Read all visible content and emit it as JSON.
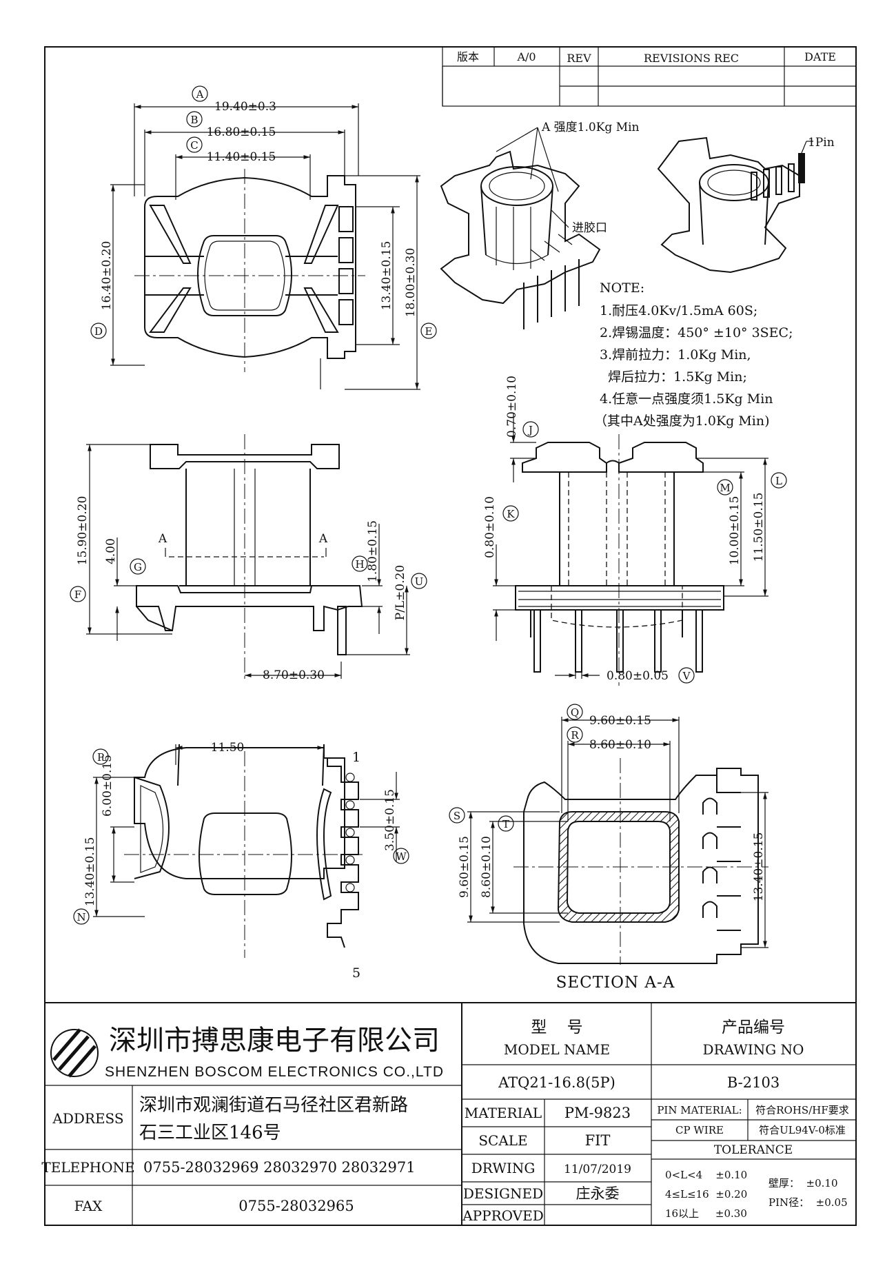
{
  "revision_table": {
    "version_label": "版本",
    "version_value": "A/0",
    "rev_label": "REV",
    "revisions_label": "REVISIONS REC",
    "date_label": "DATE"
  },
  "top_view_dims": {
    "a": "19.40±0.3",
    "b": "16.80±0.15",
    "c": "11.40±0.15",
    "d": "16.40±0.20",
    "m1": "13.40±0.15",
    "e": "18.00±0.30"
  },
  "iso_labels": {
    "strength": "A 强度1.0Kg Min",
    "gate": "进胶口",
    "pin1": "1Pin"
  },
  "notes": {
    "title": "NOTE:",
    "lines": [
      "1.耐压4.0Kv/1.5mA 60S;",
      "2.焊锡温度：450° ±10°  3SEC;",
      "3.焊前拉力：1.0Kg Min,",
      "  焊后拉力：1.5Kg Min;",
      "4.任意一点强度须1.5Kg Min",
      "（其中A处强度为1.0Kg Min)"
    ]
  },
  "side_view_dims": {
    "f": "15.90±0.20",
    "g": "4.00",
    "h": "1.80±0.15",
    "u": "P/L±0.20",
    "bottom": "8.70±0.30",
    "section_mark": "A"
  },
  "front_view_dims": {
    "j": "0.70±0.10",
    "k": "0.80±0.10",
    "m": "10.00±0.15",
    "l": "11.50±0.15",
    "v": "0.80±0.05"
  },
  "bottom_view_dims": {
    "width": "11.50",
    "p": "6.00±0.15",
    "n": "13.40±0.15",
    "w": "3.50±0.15",
    "pin_first": "1",
    "pin_last": "5"
  },
  "section_view_dims": {
    "q": "9.60±0.15",
    "r": "8.60±0.10",
    "s": "9.60±0.15",
    "t": "8.60±0.10",
    "right": "13.40±0.15",
    "title": "SECTION A-A"
  },
  "circle_labels": [
    "A",
    "B",
    "C",
    "D",
    "E",
    "F",
    "G",
    "H",
    "U",
    "J",
    "K",
    "M",
    "L",
    "V",
    "P",
    "N",
    "W",
    "Q",
    "R",
    "S",
    "T"
  ],
  "title_block": {
    "company_cn": "深圳市搏思康电子有限公司",
    "company_en": "SHENZHEN BOSCOM ELECTRONICS CO.,LTD",
    "address_label": "ADDRESS",
    "address_line1": "深圳市观澜街道石马径社区君新路",
    "address_line2": "石三工业区146号",
    "telephone_label": "TELEPHONE",
    "telephone": "0755-28032969 28032970 28032971",
    "fax_label": "FAX",
    "fax": "0755-28032965",
    "model_cn": "型    号",
    "model_en": "MODEL NAME",
    "model_value": "ATQ21-16.8(5P)",
    "drawing_cn": "产品编号",
    "drawing_en": "DRAWING NO",
    "drawing_value": "B-2103",
    "material_label": "MATERIAL",
    "material_value": "PM-9823",
    "scale_label": "SCALE",
    "scale_value": "FIT",
    "drwing_label": "DRWING",
    "drwing_value": "11/07/2019",
    "designed_label": "DESIGNED",
    "designed_value": "庄永委",
    "approved_label": "APPROVED",
    "pin_material_label": "PIN MATERIAL:",
    "pin_material_value": "CP WIRE",
    "rohs": "符合ROHS/HF要求",
    "ul": "符合UL94V-0标准",
    "tolerance_label": "TOLERANCE",
    "tol_1": "0<L<4    ±0.10",
    "tol_2": "4≤L≤16  ±0.20",
    "tol_3": "16以上     ±0.30",
    "wall": "壁厚：  ±0.10",
    "pin_dia": "PIN径：  ±0.05"
  }
}
